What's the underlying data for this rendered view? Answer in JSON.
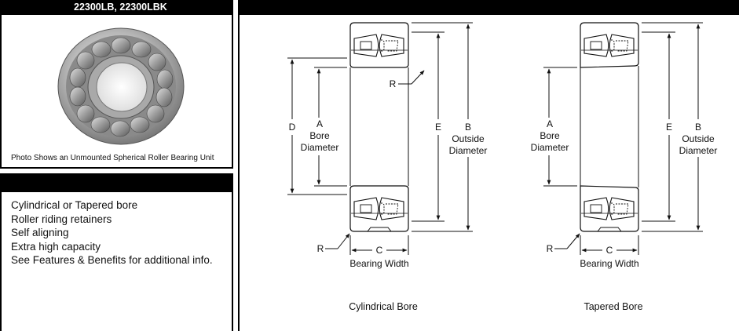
{
  "product": {
    "title": "22300LB, 22300LBK",
    "photo_caption": "Photo Shows an Unmounted Spherical Roller Bearing Unit"
  },
  "features": [
    "Cylindrical or Tapered bore",
    "Roller riding retainers",
    "Self aligning",
    "Extra high capacity",
    "See Features & Benefits for additional info."
  ],
  "diagram": {
    "labels": {
      "d": "D",
      "a": "A",
      "bore_1": "Bore",
      "bore_2": "Diameter",
      "e": "E",
      "b": "B",
      "outside_1": "Outside",
      "outside_2": "Diameter",
      "r": "R",
      "c": "C",
      "bearing_width": "Bearing Width"
    },
    "captions": {
      "cylindrical": "Cylindrical Bore",
      "tapered": "Tapered Bore"
    }
  }
}
